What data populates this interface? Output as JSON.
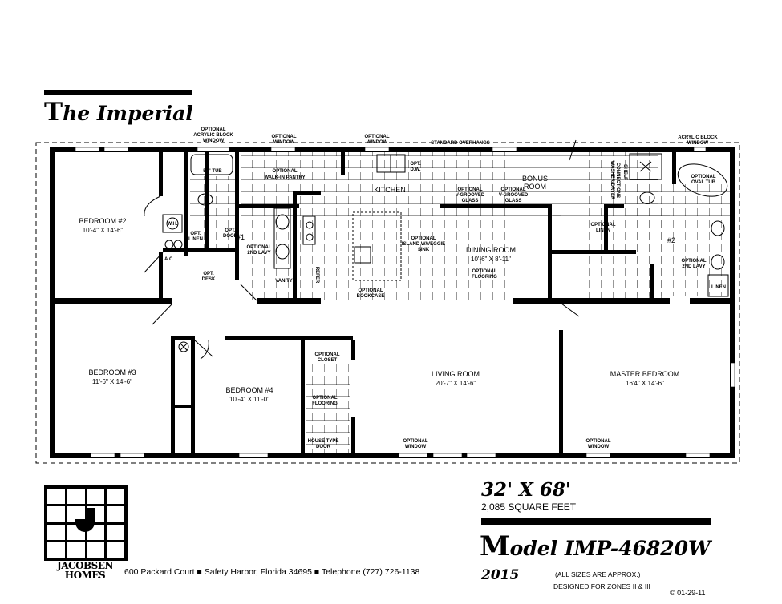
{
  "header": {
    "title_initial": "T",
    "title_rest": "he Imperial"
  },
  "plan_labels": {
    "opt_acrylic_block_window": [
      "OPTIONAL",
      "ACRYLIC BLOCK",
      "WINDOW"
    ],
    "opt_window_1": [
      "OPTIONAL",
      "WINDOW"
    ],
    "opt_window_2": [
      "OPTIONAL",
      "WINDOW"
    ],
    "standard_overhangs": "STANDARD OVERHANGS",
    "acrylic_block_window": [
      "ACRYLIC BLOCK",
      "WINDOW"
    ],
    "tub": "54\" TUB",
    "walk_in_pantry": [
      "OPTIONAL",
      "WALK-IN PANTRY"
    ],
    "opt_dw": [
      "OPT.",
      "D.W."
    ],
    "kitchen": "KITCHEN",
    "bonus_room": [
      "BONUS",
      "ROOM"
    ],
    "v_grooved_1": [
      "OPTIONAL",
      "V-GROOVED",
      "GLASS"
    ],
    "v_grooved_2": [
      "OPTIONAL",
      "V-GROOVED",
      "GLASS"
    ],
    "washer_dryer": [
      "WASHER/DRYER",
      "CONNECTIONS"
    ],
    "shelf": "SHELF",
    "oval_tub": [
      "OPTIONAL",
      "OVAL TUB"
    ],
    "wh": "W.H.",
    "opt_linen": [
      "OPT.",
      "LINEN"
    ],
    "opt_door": [
      "OPT.",
      "DOOR"
    ],
    "bath1": "#1",
    "second_lavy_1": [
      "OPTIONAL",
      "2ND LAVY"
    ],
    "ac": "A.C.",
    "opt_desk": [
      "OPT.",
      "DESK"
    ],
    "vanity": "VANITY",
    "refer": "REFER",
    "island": [
      "OPTIONAL",
      "ISLAND W/VEGGIE",
      "SINK"
    ],
    "bookcase": [
      "OPTIONAL",
      "BOOKCASE"
    ],
    "optional_linen": [
      "OPTIONAL",
      "LINEN"
    ],
    "bath2": "#2",
    "second_lavy_2": [
      "OPTIONAL",
      "2ND LAVY"
    ],
    "linen": "LINEN",
    "dining_flooring": [
      "OPTIONAL",
      "FLOORING"
    ],
    "opt_closet": [
      "OPTIONAL",
      "CLOSET"
    ],
    "opt_flooring": [
      "OPTIONAL",
      "FLOORING"
    ],
    "house_type_door": [
      "HOUSE TYPE",
      "DOOR"
    ],
    "opt_window_living": [
      "OPTIONAL",
      "WINDOW"
    ],
    "opt_window_master": [
      "OPTIONAL",
      "WINDOW"
    ]
  },
  "rooms": {
    "bedroom2": {
      "name": "BEDROOM #2",
      "dims": "10'-4\" X 14'-6\""
    },
    "bedroom3": {
      "name": "BEDROOM #3",
      "dims": "11'-6\" X 14'-6\""
    },
    "bedroom4": {
      "name": "BEDROOM #4",
      "dims": "10'-4\" X 11'-0\""
    },
    "dining": {
      "name": "DINING ROOM",
      "dims": "10'-6\" X 8'-11\""
    },
    "living": {
      "name": "LIVING ROOM",
      "dims": "20'-7\" X 14'-6\""
    },
    "master": {
      "name": "MASTER BEDROOM",
      "dims": "16'4\" X 14'-6\""
    }
  },
  "footer": {
    "brand_line1": "JACOBSEN",
    "brand_line2": "HOMES",
    "address": "600 Packard Court ■ Safety Harbor, Florida 34695 ■ Telephone (727) 726-1138",
    "size": "32' X 68'",
    "square_feet": "2,085 SQUARE FEET",
    "model_initial": "M",
    "model_rest": "odel IMP-46820W",
    "year": "2015",
    "approx_note": "(ALL SIZES ARE APPROX.)",
    "zones_note": "DESIGNED FOR ZONES II & III",
    "copyright": "© 01-29-11"
  }
}
